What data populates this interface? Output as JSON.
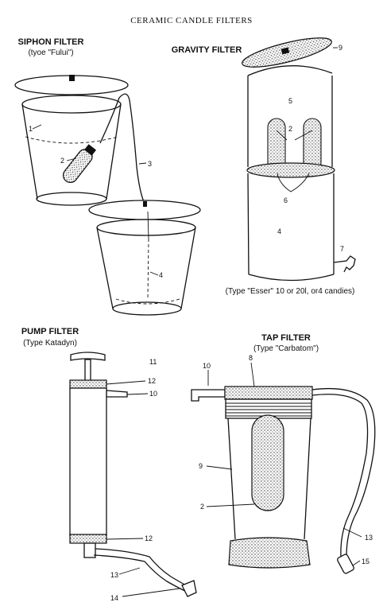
{
  "title": "CERAMIC CANDLE FILTERS",
  "siphon": {
    "heading": "SIPHON FILTER",
    "subheading": "(tyoe \"Fului\")",
    "labels": [
      "1",
      "2",
      "3",
      "4"
    ]
  },
  "gravity": {
    "heading": "GRAVITY FILTER",
    "caption": "(Type \"Esser\" 10 or 20l, or4 candies)",
    "labels": [
      "9",
      "5",
      "2",
      "6",
      "4",
      "7"
    ]
  },
  "pump": {
    "heading": "PUMP FILTER",
    "subheading": "(Type Katadyn)",
    "labels": [
      "11",
      "12",
      "10",
      "12",
      "13",
      "14"
    ]
  },
  "tap": {
    "heading": "TAP FILTER",
    "subheading": "(Type \"Carbatom\")",
    "labels": [
      "10",
      "8",
      "9",
      "2",
      "13",
      "15"
    ]
  }
}
